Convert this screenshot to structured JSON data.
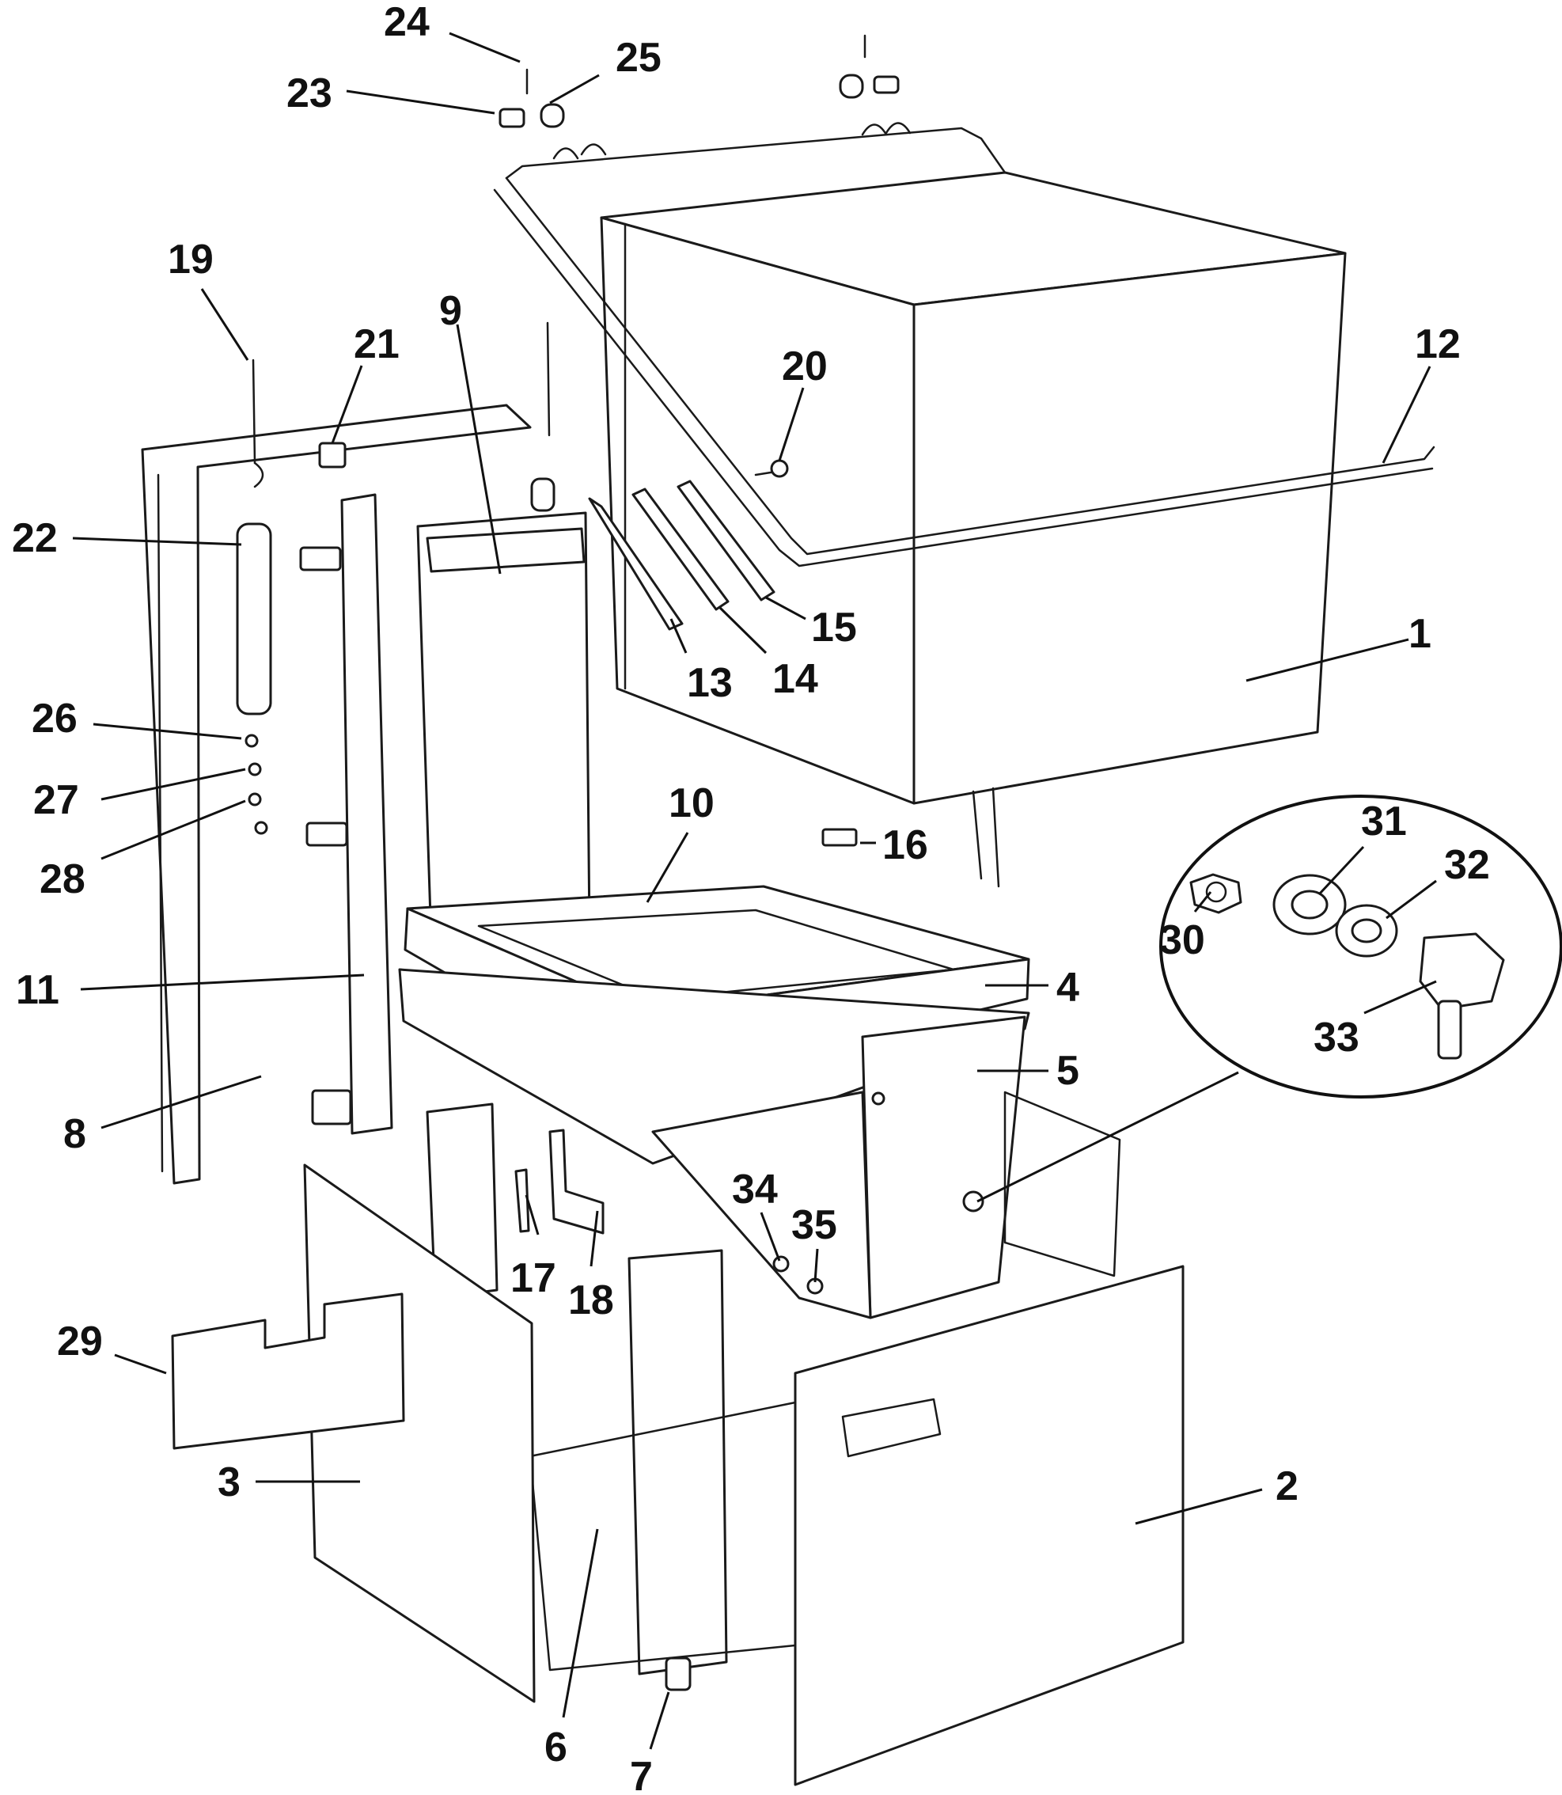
{
  "diagram": {
    "callouts": [
      {
        "id": "1",
        "label": "1"
      },
      {
        "id": "2",
        "label": "2"
      },
      {
        "id": "3",
        "label": "3"
      },
      {
        "id": "4",
        "label": "4"
      },
      {
        "id": "5",
        "label": "5"
      },
      {
        "id": "6",
        "label": "6"
      },
      {
        "id": "7",
        "label": "7"
      },
      {
        "id": "8",
        "label": "8"
      },
      {
        "id": "9",
        "label": "9"
      },
      {
        "id": "10",
        "label": "10"
      },
      {
        "id": "11",
        "label": "11"
      },
      {
        "id": "12",
        "label": "12"
      },
      {
        "id": "13",
        "label": "13"
      },
      {
        "id": "14",
        "label": "14"
      },
      {
        "id": "15",
        "label": "15"
      },
      {
        "id": "16",
        "label": "16"
      },
      {
        "id": "17",
        "label": "17"
      },
      {
        "id": "18",
        "label": "18"
      },
      {
        "id": "19",
        "label": "19"
      },
      {
        "id": "20",
        "label": "20"
      },
      {
        "id": "21",
        "label": "21"
      },
      {
        "id": "22",
        "label": "22"
      },
      {
        "id": "23",
        "label": "23"
      },
      {
        "id": "24",
        "label": "24"
      },
      {
        "id": "25",
        "label": "25"
      },
      {
        "id": "26",
        "label": "26"
      },
      {
        "id": "27",
        "label": "27"
      },
      {
        "id": "28",
        "label": "28"
      },
      {
        "id": "29",
        "label": "29"
      },
      {
        "id": "30",
        "label": "30"
      },
      {
        "id": "31",
        "label": "31"
      },
      {
        "id": "32",
        "label": "32"
      },
      {
        "id": "33",
        "label": "33"
      },
      {
        "id": "34",
        "label": "34"
      },
      {
        "id": "35",
        "label": "35"
      }
    ]
  }
}
